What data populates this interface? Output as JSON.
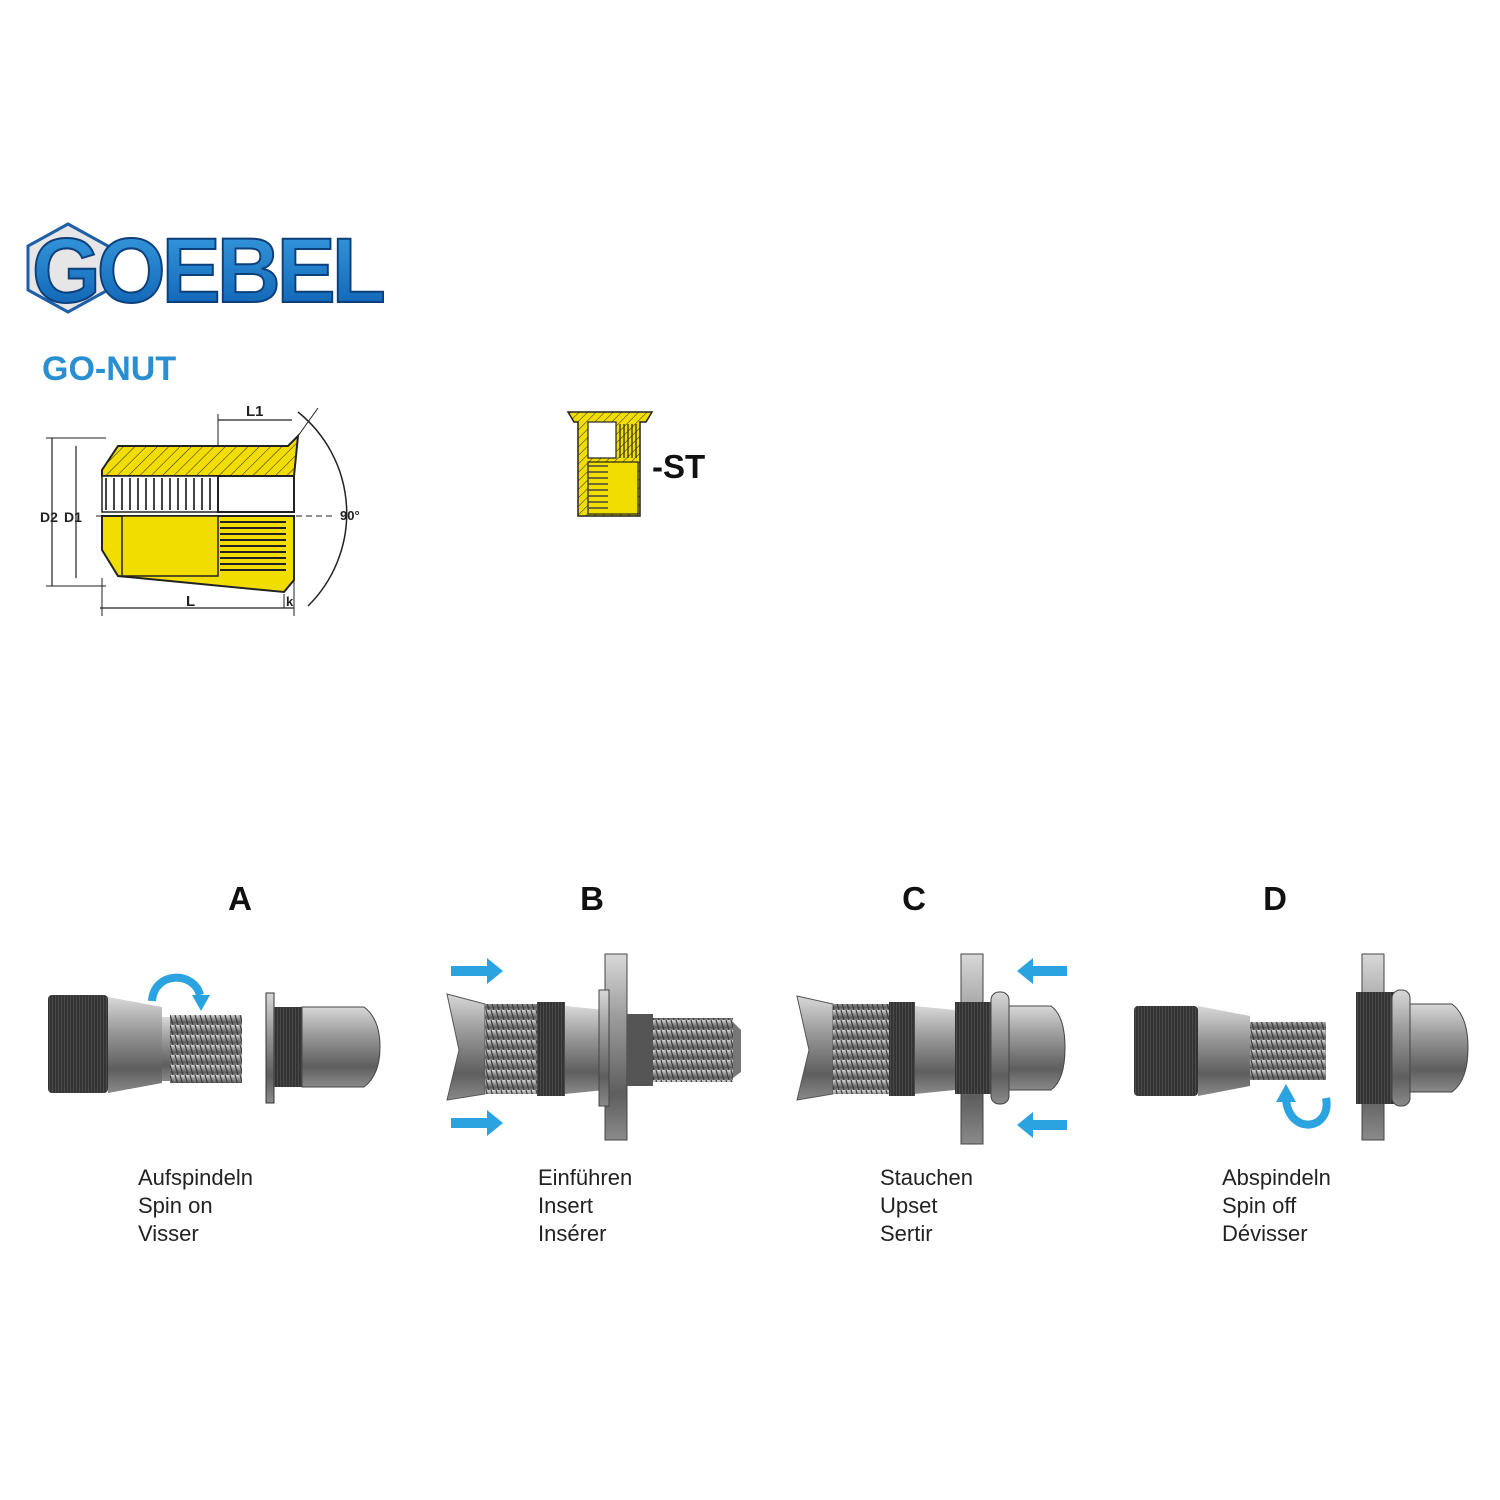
{
  "brand": {
    "logo_text": "GOEBEL"
  },
  "product": {
    "name": "GO-NUT",
    "variant_suffix": "-ST"
  },
  "drawing": {
    "labels": {
      "l1": "L1",
      "d2": "D2",
      "d1": "D1",
      "l": "L",
      "k": "k",
      "angle": "90°"
    },
    "colors": {
      "fill": "#f2dd00",
      "line": "#222222"
    }
  },
  "steps": [
    {
      "letter": "A",
      "captions": [
        "Aufspindeln",
        "Spin on",
        "Visser"
      ]
    },
    {
      "letter": "B",
      "captions": [
        "Einführen",
        "Insert",
        "Insérer"
      ]
    },
    {
      "letter": "C",
      "captions": [
        "Stauchen",
        "Upset",
        "Sertir"
      ]
    },
    {
      "letter": "D",
      "captions": [
        "Abspindeln",
        "Spin off",
        "Dévisser"
      ]
    }
  ],
  "colors": {
    "brand_blue": "#2a8fd0",
    "arrow_blue": "#2ba3e0",
    "metal": "#9a9a9a"
  }
}
